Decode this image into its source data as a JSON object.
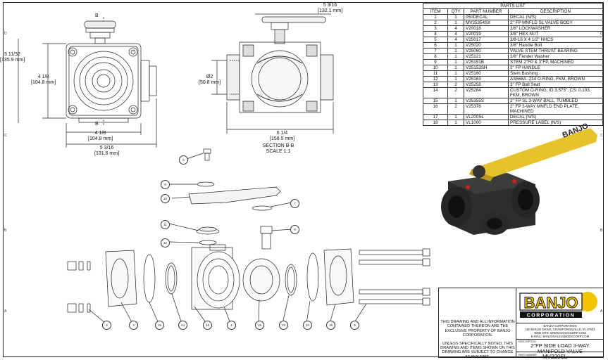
{
  "drawing": {
    "dimensions": {
      "front_width_top": "",
      "front_height_outer": "5 11/32",
      "front_height_outer_mm": "[135.9 mm]",
      "front_height_inner": "4 1/8",
      "front_height_inner_mm": "[104.8 mm]",
      "front_width_inner": "4 1/8",
      "front_width_inner_mm": "[104.8 mm]",
      "front_width_outer": "5 3/16",
      "front_width_outer_mm": "[131.6 mm]",
      "section_top": "5 3/16",
      "section_top_mm": "[132.1 mm]",
      "section_bore": "Ø2",
      "section_bore_mm": "[50.8 mm]",
      "section_bottom": "6 1/4",
      "section_bottom_mm": "[158.5 mm]"
    },
    "section_markers": {
      "top": "B",
      "bottom": "B"
    },
    "section_title": "SECTION B-B",
    "section_scale": "SCALE 1:1",
    "zones_left": [
      "D",
      "C",
      "B",
      "A"
    ],
    "zones_right": [
      "D",
      "C",
      "B",
      "A"
    ],
    "balloons": [
      "6",
      "8",
      "10",
      "7",
      "11",
      "9",
      "12",
      "4",
      "3",
      "16",
      "14",
      "13",
      "2",
      "15",
      "13",
      "14",
      "16",
      "5"
    ]
  },
  "parts_list": {
    "title": "PARTS LIST",
    "headers": [
      "ITEM",
      "QTY",
      "PART NUMBER",
      "DESCRIPTION"
    ],
    "rows": [
      [
        "1",
        "1",
        "050DECAL",
        "DECAL (N/S)"
      ],
      [
        "2",
        "1",
        "MV25354SX",
        "2\" FP MNFLD SL VALVE BODY"
      ],
      [
        "3",
        "4",
        "V20018",
        "3/8\" LOCKWASHER"
      ],
      [
        "4",
        "4",
        "V20019",
        "3/8\" HEX NUT"
      ],
      [
        "5",
        "4",
        "V25017",
        "3/8-16 X 4 1/2\" HHCS"
      ],
      [
        "6",
        "1",
        "V25020",
        "3/8\" Handle Bolt"
      ],
      [
        "7",
        "1",
        "V25060",
        "VALVE STEM THRUST BEARING"
      ],
      [
        "8",
        "1",
        "V25121",
        "3/8\" Fender Washer"
      ],
      [
        "9",
        "1",
        "V25151B",
        "STEM 2\"FP & 3\"FP, MACHINED"
      ],
      [
        "10",
        "1",
        "V25153SH",
        "2\" FP HANDLE"
      ],
      [
        "11",
        "1",
        "V25160",
        "Stem Bushing"
      ],
      [
        "12",
        "1",
        "V25163",
        "AS568A -214 O-RING, FKM, BROWN"
      ],
      [
        "13",
        "2",
        "V25258",
        "3\" FP Ball Seat"
      ],
      [
        "14",
        "2",
        "V25284",
        "CUSTOM O-RING, ID:3.575\", CS: 0.103, FKM, BROWN"
      ],
      [
        "15",
        "1",
        "V25355S",
        "2\" FP SL 3-WAY BALL, TUMBLED"
      ],
      [
        "16",
        "2",
        "V25378",
        "2\" FP 3-WAY MNFLD END PLATE, MACHINED"
      ],
      [
        "17",
        "1",
        "VL200SL",
        "DECAL (N/S)"
      ],
      [
        "18",
        "1",
        "VL1000",
        "PRESSURE LABEL (N/S)"
      ]
    ]
  },
  "title_block": {
    "notice_1": "THIS DRAWING AND ALL INFORMATION CONTAINED THEREON ARE THE EXCLUSIVE PROPERTY OF BANJO CORPORATION.",
    "notice_2": "UNLESS SPECIFICALLY NOTED, THIS DRAWING AND ITEMS SHOWN ON THIS DRAWING ARE SUBJECT TO CHANGE AT ANY TIME.",
    "logo_text": "BANJO",
    "logo_sub": "CORPORATION",
    "corp_name": "BANJO CORPORATION",
    "corp_addr": "150 BANJO DRIVE, CRAWFORDSVILLE, IN 47933",
    "corp_web": "WEB SITE: WWW.BANJOCORP.COM",
    "corp_email": "E-MAIL: BANJOSALES@IDEXCORP.COM",
    "desc_label": "DESCRIPTION",
    "description": "2\"FP SIDE LOAD 3-WAY MANIFOLD VALVE",
    "pn_label": "PART NUMBER",
    "part_number": "MV220SL"
  },
  "colors": {
    "handle": "#e8c22a",
    "body": "#2a2a2a",
    "logo_yellow": "#f2c400",
    "logo_blue": "#1a1a1a"
  }
}
